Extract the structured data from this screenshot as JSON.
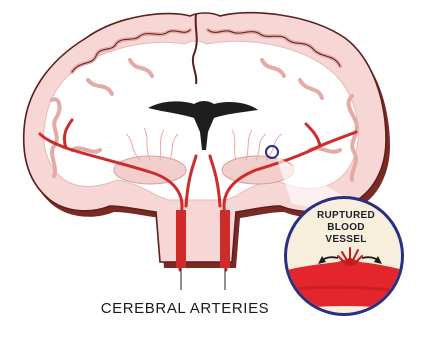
{
  "diagram": {
    "caption": "CEREBRAL ARTERIES",
    "inset_label_lines": [
      "RUPTURED",
      "BLOOD",
      "VESSEL"
    ],
    "colors": {
      "cortex": "#f7d7d5",
      "cortex_outline": "#5a1f1f",
      "shadow": "#7a2a22",
      "white_matter": "#ffffff",
      "artery": "#cf2b2b",
      "inset_ring": "#2b2f82",
      "inset_background": "#f7eedb",
      "blood": "#e2262b"
    }
  }
}
